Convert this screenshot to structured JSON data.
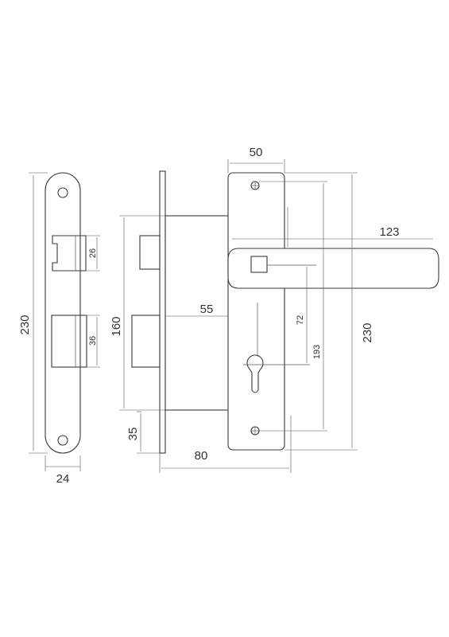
{
  "dimensions": {
    "faceplate_height": "230",
    "faceplate_width": "24",
    "latch_height": "26",
    "bolt_height": "36",
    "body_height": "160",
    "backset": "55",
    "bottom_offset": "35",
    "body_depth": "80",
    "escutcheon_width": "50",
    "handle_length": "123",
    "handle_to_cylinder": "72",
    "hole_spacing": "193",
    "escutcheon_height": "230"
  },
  "colors": {
    "stroke": "#3a3a3a",
    "background": "#ffffff"
  }
}
